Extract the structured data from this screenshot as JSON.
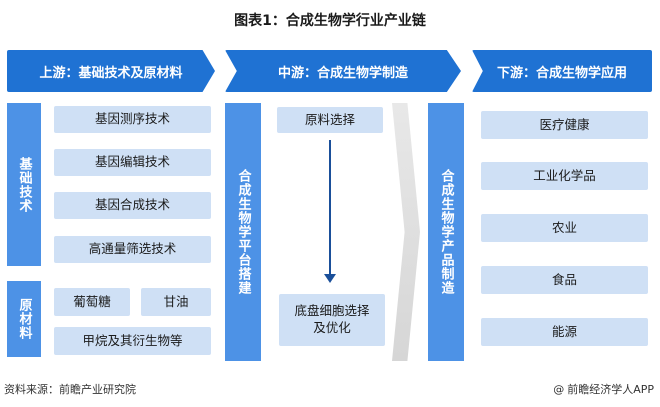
{
  "title": "图表1：合成生物学行业产业链",
  "headers": {
    "upstream": "上游：基础技术及原材料",
    "midstream": "中游：合成生物学制造",
    "downstream": "下游：合成生物学应用"
  },
  "upstream": {
    "basic_tech_label": "基础技术",
    "basic_tech_items": [
      "基因测序技术",
      "基因编辑技术",
      "基因合成技术",
      "高通量筛选技术"
    ],
    "raw_material_label": "原材料",
    "raw_material_items": [
      "葡萄糖",
      "甘油",
      "甲烷及其衍生物等"
    ]
  },
  "midstream": {
    "platform_label": "合成生物学平台搭建",
    "step_start": "原料选择",
    "step_end": "底盘细胞选择及优化",
    "product_label": "合成生物学产品制造"
  },
  "downstream": {
    "items": [
      "医疗健康",
      "工业化学品",
      "农业",
      "食品",
      "能源"
    ]
  },
  "footer": {
    "source": "资料来源：前瞻产业研究院",
    "brand": "前瞻经济学人APP",
    "brand_icon": "at-icon"
  }
}
